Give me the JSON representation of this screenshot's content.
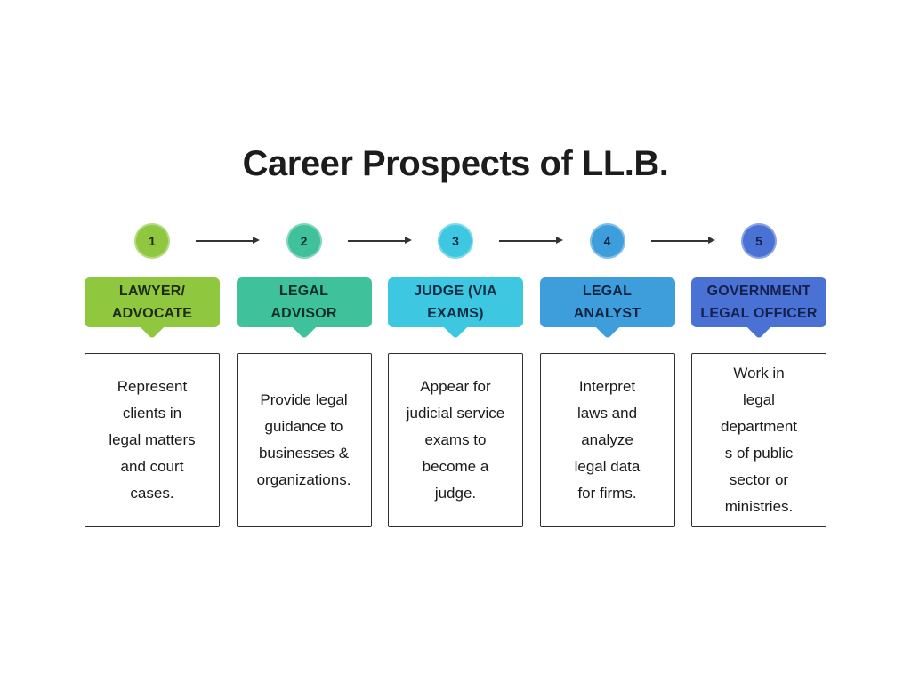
{
  "title": "Career Prospects of LL.B.",
  "colors": {
    "background": "#ffffff",
    "title_text": "#1c1c1c",
    "arrow": "#333333",
    "description_text": "#1a1a1a",
    "description_border": "#2f2f2f"
  },
  "steps": [
    {
      "number": "1",
      "label": "LAWYER/\nADVOCATE",
      "description": "Represent\nclients in\nlegal matters\nand court\ncases.",
      "fill": "#8fc73e",
      "label_text": "#202a14"
    },
    {
      "number": "2",
      "label": "LEGAL\nADVISOR",
      "description": "Provide legal\nguidance to\nbusinesses &\norganizations.",
      "fill": "#3fc19b",
      "label_text": "#0e2f26"
    },
    {
      "number": "3",
      "label": "JUDGE (VIA\nEXAMS)",
      "description": "Appear for\njudicial service\nexams to\nbecome a\njudge.",
      "fill": "#3ec7e0",
      "label_text": "#0e2c44"
    },
    {
      "number": "4",
      "label": "LEGAL\nANALYST",
      "description": "Interpret\nlaws and\nanalyze\nlegal data\nfor firms.",
      "fill": "#3e9edb",
      "label_text": "#0d2240"
    },
    {
      "number": "5",
      "label": "GOVERNMENT\nLEGAL OFFICER",
      "description": "Work in\nlegal\ndepartment\ns of public\nsector or\nministries.",
      "fill": "#4a72d4",
      "label_text": "#16204e"
    }
  ]
}
